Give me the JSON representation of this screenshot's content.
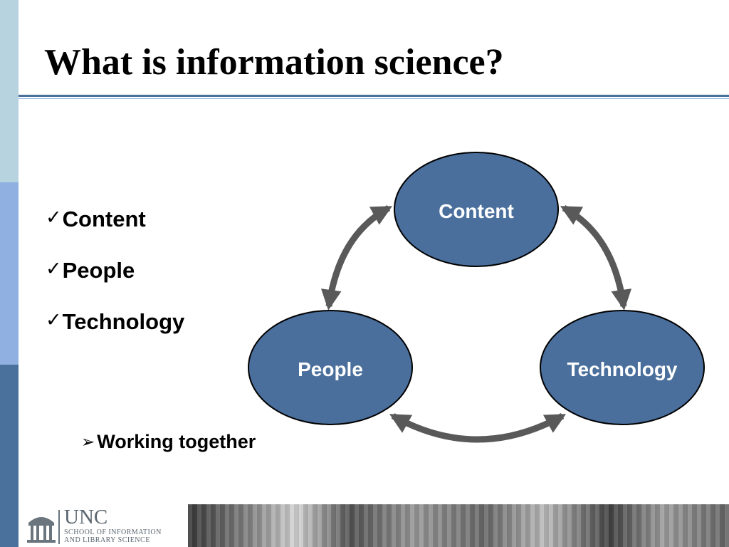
{
  "slide": {
    "title": "What is information science?",
    "checklist": [
      "Content",
      "People",
      "Technology"
    ],
    "sub_point": "Working together"
  },
  "diagram": {
    "nodes": [
      "Content",
      "People",
      "Technology"
    ],
    "node_fill": "#4a6f9c",
    "arrow_color": "#595959"
  },
  "footer": {
    "logo_text": "UNC",
    "logo_subtext": "SCHOOL OF INFORMATION\nAND LIBRARY SCIENCE"
  },
  "colors": {
    "accent": "#4a719c",
    "sidebar_light": "#b7d3e0",
    "sidebar_mid": "#8fb0e0"
  }
}
